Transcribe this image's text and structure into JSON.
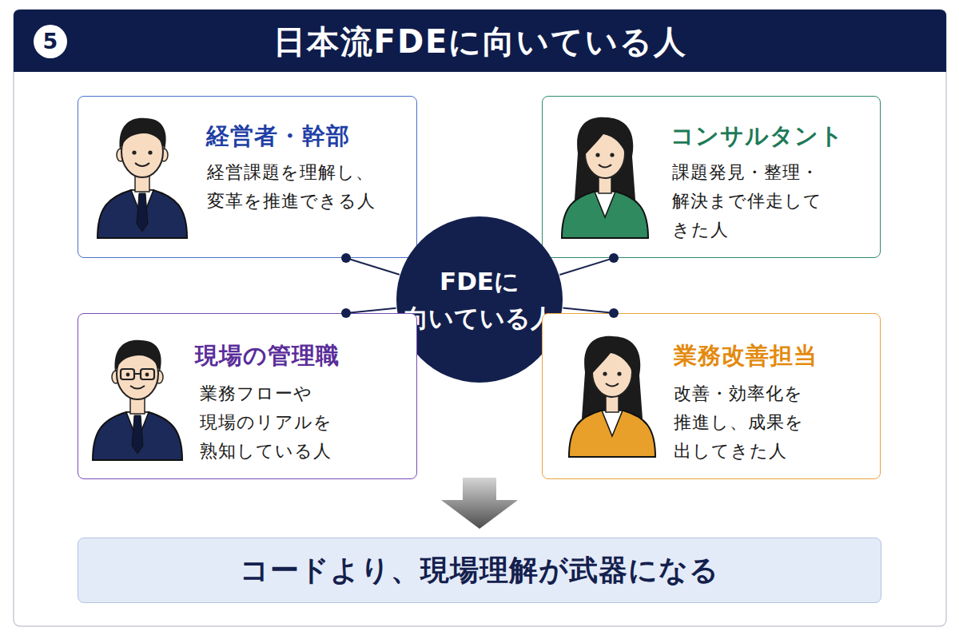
{
  "diagram": {
    "title": "日本流FDEに向いている人",
    "nodes": [
      {
        "text": [
          "経営者・幹部",
          "経営課題を理解し、 変革を推進できる人"
        ]
      },
      {
        "text": [
          "コンサルタント",
          "課題発見・整理・ 解決まで伴走して きた人"
        ]
      },
      {
        "text": [
          "FDEに 向いている人"
        ]
      },
      {
        "text": [
          "現場の管理職",
          "業務フローや 現場のリアルを 熟知している人"
        ]
      },
      {
        "text": [
          "業務改善担当",
          "改善・効率化を 推進し、成果を 出してきた人"
        ]
      },
      {
        "text": [
          "コードより、現場理解が武器になる"
        ]
      }
    ],
    "edges": [
      {
        "from": 2,
        "to": 0,
        "arrow": "none"
      },
      {
        "from": 2,
        "to": 1,
        "arrow": "none"
      },
      {
        "from": 2,
        "to": 3,
        "arrow": "none"
      },
      {
        "from": 2,
        "to": 4,
        "arrow": "none"
      }
    ],
    "labels": [
      "5"
    ]
  }
}
